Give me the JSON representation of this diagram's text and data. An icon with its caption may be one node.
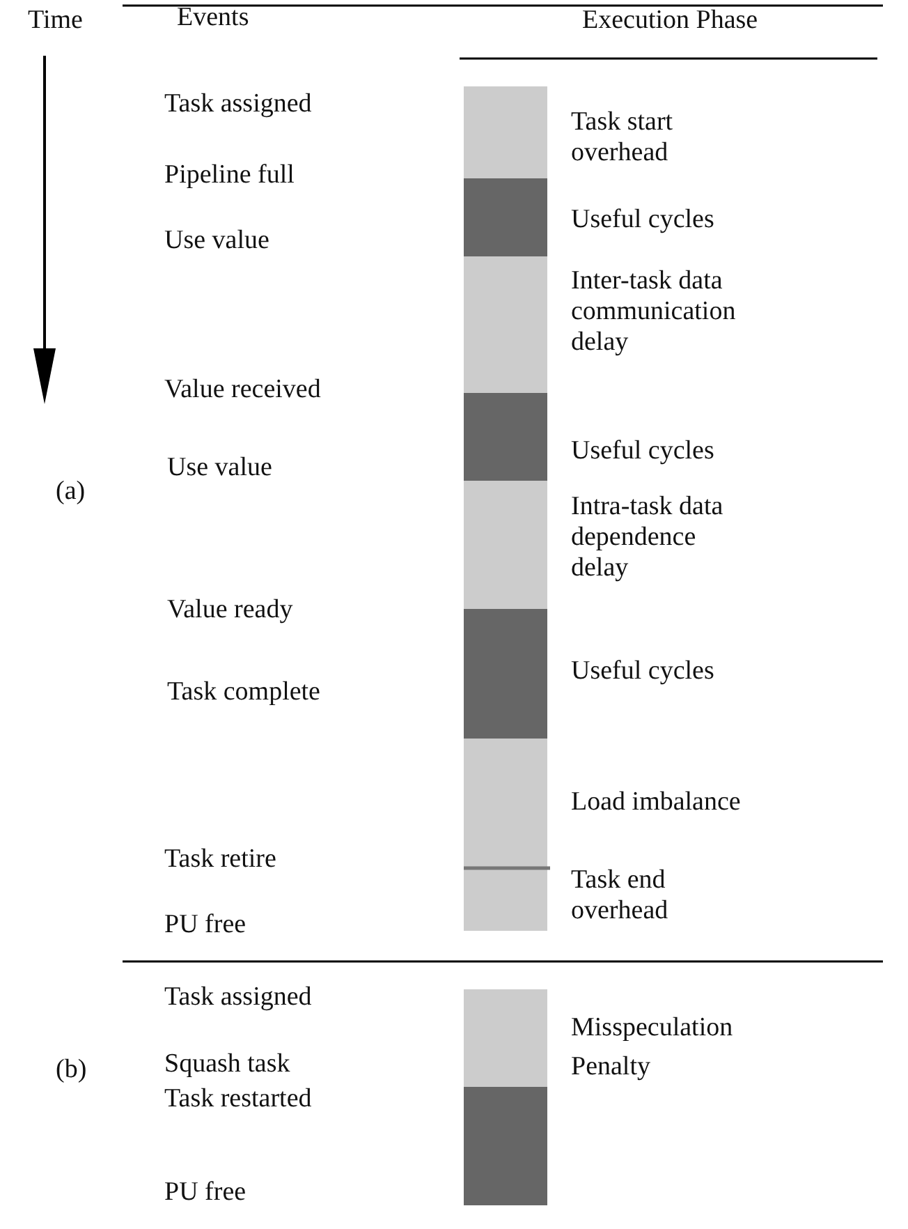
{
  "diagram": {
    "nodes": [
      {
        "text": [],
        "shape": "bar",
        "beside": [
          "Task start overhead"
        ]
      },
      {
        "text": [],
        "shape": "bar",
        "beside": [
          "Useful cycles"
        ]
      },
      {
        "text": [],
        "shape": "bar",
        "beside": [
          "Inter-task data communication delay"
        ]
      },
      {
        "text": [],
        "shape": "bar",
        "beside": [
          "Useful cycles"
        ]
      },
      {
        "text": [],
        "shape": "bar",
        "beside": [
          "Intra-task data dependence delay"
        ]
      },
      {
        "text": [],
        "shape": "bar",
        "beside": [
          "Useful cycles"
        ]
      },
      {
        "text": [],
        "shape": "bar",
        "beside": [
          "Load imbalance"
        ]
      },
      {
        "text": [],
        "shape": "bar",
        "beside": [
          "Task end overhead"
        ]
      },
      {
        "text": [],
        "shape": "bar",
        "beside": [
          "Misspeculation Penalty"
        ]
      },
      {
        "text": [],
        "shape": "bar"
      }
    ],
    "edges": [],
    "labels": [
      "Events",
      "Execution Phase",
      "Time",
      "Task assigned",
      "Pipeline full",
      "Use value",
      "Value received",
      "Use value",
      "(a)",
      "Value ready",
      "Task complete",
      "Task retire",
      "PU free",
      "Task assigned",
      "(b)",
      "Squash task",
      "Task restarted",
      "PU free"
    ]
  }
}
